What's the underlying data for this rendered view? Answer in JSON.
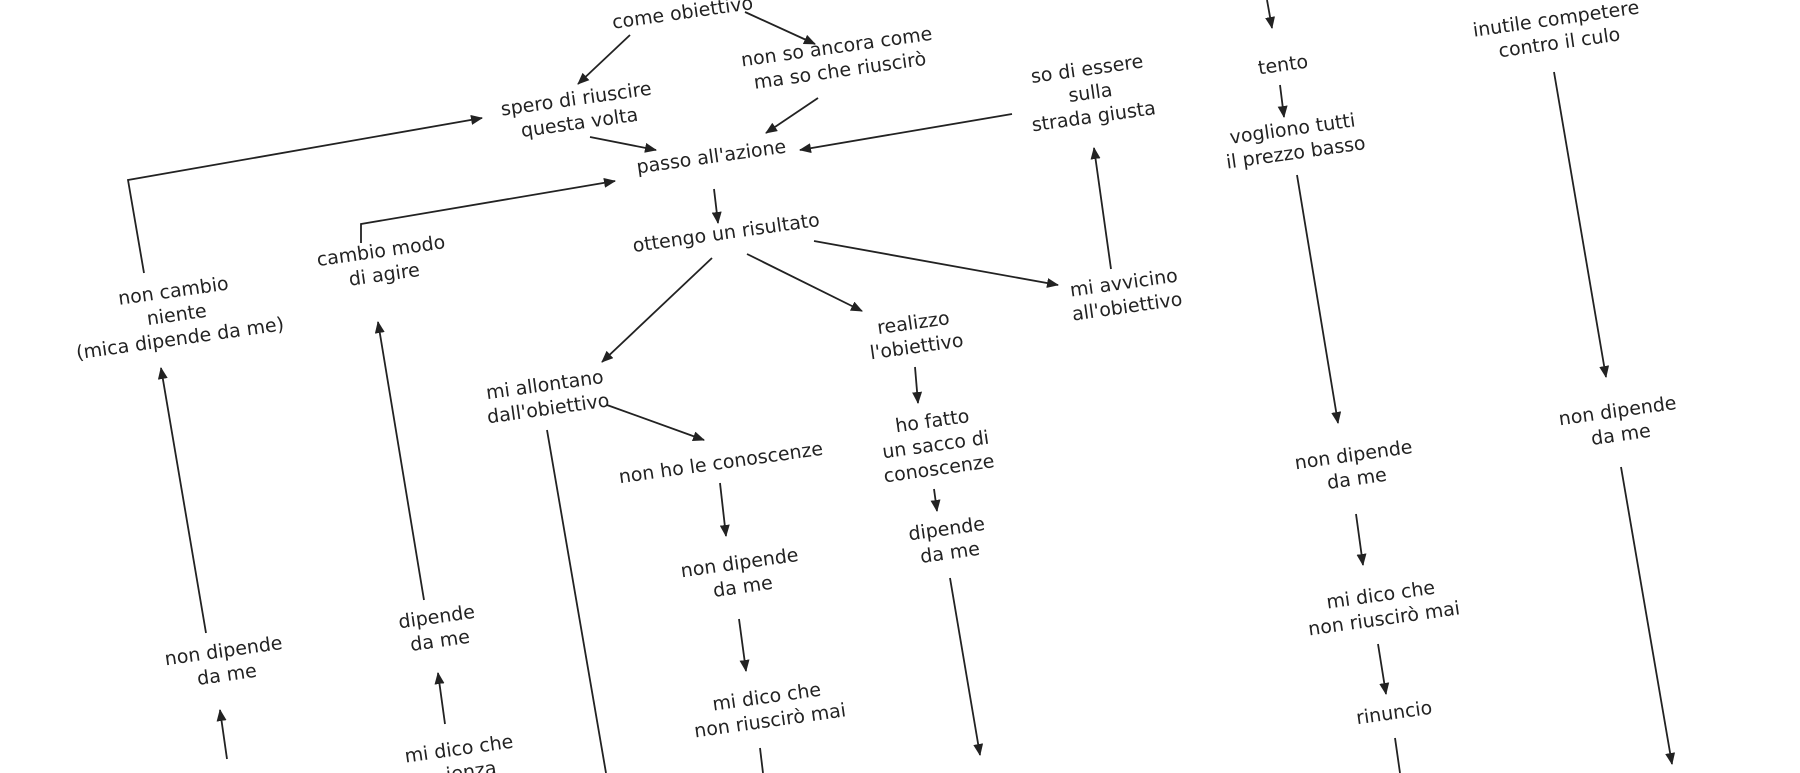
{
  "nodes": {
    "n_obiettivo": {
      "lines": [
        "...",
        "come obiettivo"
      ]
    },
    "n_spero": {
      "lines": [
        "spero di riuscire",
        "questa volta"
      ]
    },
    "n_nonso": {
      "lines": [
        "non so ancora come",
        "ma so che riuscirò"
      ]
    },
    "n_sodiessere": {
      "lines": [
        "so di essere",
        "sulla",
        "strada giusta"
      ]
    },
    "n_passo": {
      "lines": [
        "passo all'azione"
      ]
    },
    "n_ottengo": {
      "lines": [
        "ottengo un risultato"
      ]
    },
    "n_cambiomodo": {
      "lines": [
        "cambio modo",
        "di agire"
      ]
    },
    "n_noncambio": {
      "lines": [
        "non cambio",
        "niente",
        "(mica dipende da me)"
      ]
    },
    "n_avvicino": {
      "lines": [
        "mi avvicino",
        "all'obiettivo"
      ]
    },
    "n_realizzo": {
      "lines": [
        "realizzo",
        "l'obiettivo"
      ]
    },
    "n_allontano": {
      "lines": [
        "mi allontano",
        "dall'obiettivo"
      ]
    },
    "n_nonho": {
      "lines": [
        "non ho le conoscenze"
      ]
    },
    "n_hofatto": {
      "lines": [
        "ho fatto",
        "un sacco di",
        "conoscenze"
      ]
    },
    "n_dipende_center": {
      "lines": [
        "dipende",
        "da me"
      ]
    },
    "n_nondipende_center": {
      "lines": [
        "non dipende",
        "da me"
      ]
    },
    "n_midico_center": {
      "lines": [
        "mi dico che",
        "non riuscirò mai"
      ]
    },
    "n_dipende_left": {
      "lines": [
        "dipende",
        "da me"
      ]
    },
    "n_nondipende_left": {
      "lines": [
        "non dipende",
        "da me"
      ]
    },
    "n_midico_left": {
      "lines": [
        "mi dico che",
        "...ienza"
      ]
    },
    "n_tento": {
      "lines": [
        "tento"
      ]
    },
    "n_vogliono": {
      "lines": [
        "vogliono tutti",
        "il prezzo basso"
      ]
    },
    "n_nondipende_right": {
      "lines": [
        "non dipende",
        "da me"
      ]
    },
    "n_midico_right": {
      "lines": [
        "mi dico che",
        "non riuscirò mai"
      ]
    },
    "n_rinuncio": {
      "lines": [
        "rinuncio"
      ]
    },
    "n_inutile": {
      "lines": [
        "inutile competere",
        "contro il culo"
      ]
    },
    "n_nondipende_far": {
      "lines": [
        "non dipende",
        "da me"
      ]
    }
  }
}
